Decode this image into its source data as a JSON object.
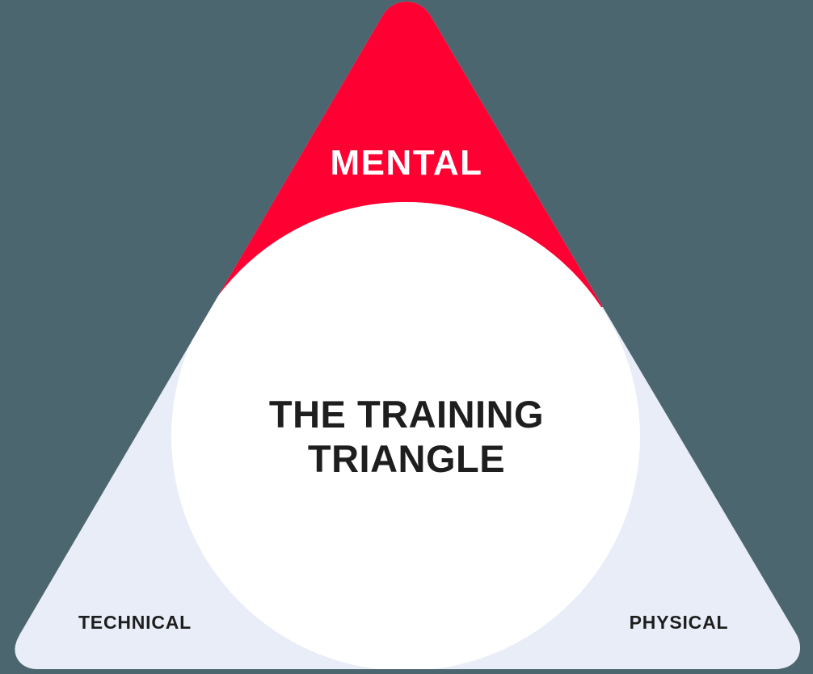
{
  "diagram": {
    "title": "The Training Triangle",
    "background_color": "#4c6670",
    "shapes": {
      "triangle": {
        "name": "training-triangle",
        "fill": "#e8edf7",
        "corner_radius": 40
      },
      "apex_segment": {
        "name": "mental-segment",
        "fill": "#ff0032"
      },
      "center_circle": {
        "name": "center-circle",
        "fill": "#ffffff"
      }
    },
    "labels": {
      "apex": {
        "text": "MENTAL",
        "color": "#ffffff"
      },
      "center_line1": {
        "text": "THE TRAINING",
        "color": "#1e1e1e"
      },
      "center_line2": {
        "text": "TRIANGLE",
        "color": "#1e1e1e"
      },
      "bottom_left": {
        "text": "TECHNICAL",
        "color": "#1e1e1e"
      },
      "bottom_right": {
        "text": "PHYSICAL",
        "color": "#1e1e1e"
      }
    }
  }
}
